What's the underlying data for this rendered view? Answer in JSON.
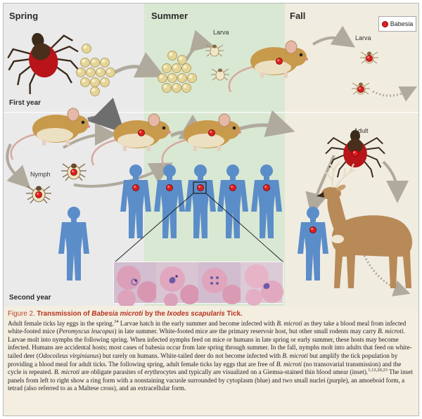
{
  "seasons": [
    {
      "label": "Spring",
      "color": "#eaeaea"
    },
    {
      "label": "Summer",
      "color": "#d9e8d3"
    },
    {
      "label": "Fall",
      "color": "#f1ece0"
    }
  ],
  "year_labels": {
    "first": "First year",
    "second": "Second year"
  },
  "animal_labels": {
    "larva_summer": "Larva",
    "larva_fall": "Larva",
    "nymph": "Nymph",
    "adult": "Adult"
  },
  "legend": {
    "label": "Babesia",
    "color": "#e01f1f"
  },
  "colors": {
    "human": "#5b8dc9",
    "mouse": "#c89a4c",
    "tick_red": "#b8141a",
    "egg": "#e4d496",
    "arrow": "#b5b5b5"
  },
  "caption": {
    "figure_number": "Figure 2.",
    "title_parts": [
      "Transmission of ",
      "Babesia microti",
      " by the ",
      "Ixodes scapularis",
      " Tick."
    ],
    "body_parts": [
      {
        "t": "Adult female ticks lay eggs in the spring."
      },
      {
        "t": "34",
        "sup": true
      },
      {
        "t": " Larvae hatch in the early summer and become infected with "
      },
      {
        "t": "B. microti",
        "i": true
      },
      {
        "t": " as they take a blood meal from infected white-footed mice ("
      },
      {
        "t": "Peromyscus leucopus",
        "i": true
      },
      {
        "t": ") in late summer. White-footed mice are the primary reservoir host, but other small rodents may carry "
      },
      {
        "t": "B. microti",
        "i": true
      },
      {
        "t": ". Larvae molt into nymphs the following spring. When infected nymphs feed on mice or humans in late spring or early summer, these hosts may become infected. Humans are accidental hosts; most cases of babesia occur from late spring through summer. In the fall, nymphs molt into adults that feed on white-tailed deer ("
      },
      {
        "t": "Odocoileus virginianus",
        "i": true
      },
      {
        "t": ") but rarely on humans. White-tailed deer do not become infected with "
      },
      {
        "t": "B. microti",
        "i": true
      },
      {
        "t": " but amplify the tick population by providing a blood meal for adult ticks. The following spring, adult female ticks lay eggs that are free of "
      },
      {
        "t": "B. microti",
        "i": true
      },
      {
        "t": " (no transovarial transmission) and the cycle is repeated. "
      },
      {
        "t": "B. microti",
        "i": true
      },
      {
        "t": " are obligate parasites of erythrocytes and typically are visualized on a Giemsa-stained thin blood smear (inset)."
      },
      {
        "t": "1,12,20,23",
        "sup": true
      },
      {
        "t": " The inset panels from left to right show a ring form with a nonstaining vacuole surrounded by cytoplasm (blue) and two small nuclei (purple), an amoeboid form, a tetrad (also referred to as a Maltese cross), and an extracellular form."
      }
    ]
  }
}
